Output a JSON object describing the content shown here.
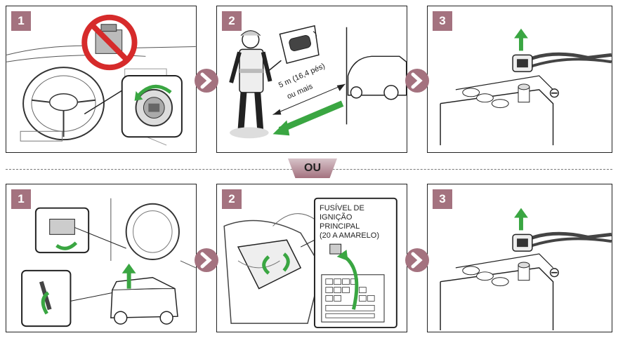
{
  "top_row": {
    "step1": {
      "number": "1"
    },
    "step2": {
      "number": "2",
      "distance_label": "5 m (16,4 pés)",
      "distance_suffix": "ou mais"
    },
    "step3": {
      "number": "3",
      "terminal_symbol": "⊖"
    }
  },
  "or_label": "OU",
  "bottom_row": {
    "step1": {
      "number": "1"
    },
    "step2": {
      "number": "2",
      "fuse_label": "FUSÍVEL DE\nIGNIÇÃO\nPRINCIPAL\n(20 A AMARELO)"
    },
    "step3": {
      "number": "3",
      "terminal_symbol": "⊖"
    }
  },
  "colors": {
    "badge": "#a4727f",
    "arrow_green": "#3aa642",
    "prohibit_red": "#d62b2b"
  }
}
